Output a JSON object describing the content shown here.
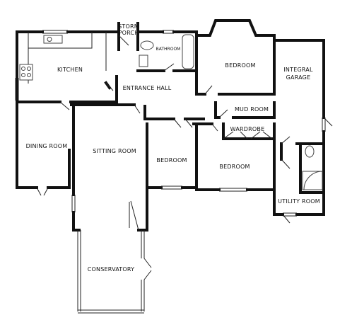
{
  "floor_plan": {
    "rooms": [
      {
        "id": "storm-porch",
        "lines": [
          "STORM",
          "PORCH"
        ]
      },
      {
        "id": "bathroom",
        "lines": [
          "BATHROOM"
        ]
      },
      {
        "id": "kitchen",
        "lines": [
          "KITCHEN"
        ]
      },
      {
        "id": "bedroom-1",
        "lines": [
          "BEDROOM"
        ]
      },
      {
        "id": "integral-garage",
        "lines": [
          "INTEGRAL",
          "GARAGE"
        ]
      },
      {
        "id": "entrance-hall",
        "lines": [
          "ENTRANCE HALL"
        ]
      },
      {
        "id": "mud-room",
        "lines": [
          "MUD ROOM"
        ]
      },
      {
        "id": "wardrobe",
        "lines": [
          "WARDROBE"
        ]
      },
      {
        "id": "dining-room",
        "lines": [
          "DINING ROOM"
        ]
      },
      {
        "id": "sitting-room",
        "lines": [
          "SITTING ROOM"
        ]
      },
      {
        "id": "bedroom-2",
        "lines": [
          "BEDROOM"
        ]
      },
      {
        "id": "bedroom-3",
        "lines": [
          "BEDROOM"
        ]
      },
      {
        "id": "utility-room",
        "lines": [
          "UTILITY ROOM"
        ]
      },
      {
        "id": "conservatory",
        "lines": [
          "CONSERVATORY"
        ]
      }
    ]
  }
}
